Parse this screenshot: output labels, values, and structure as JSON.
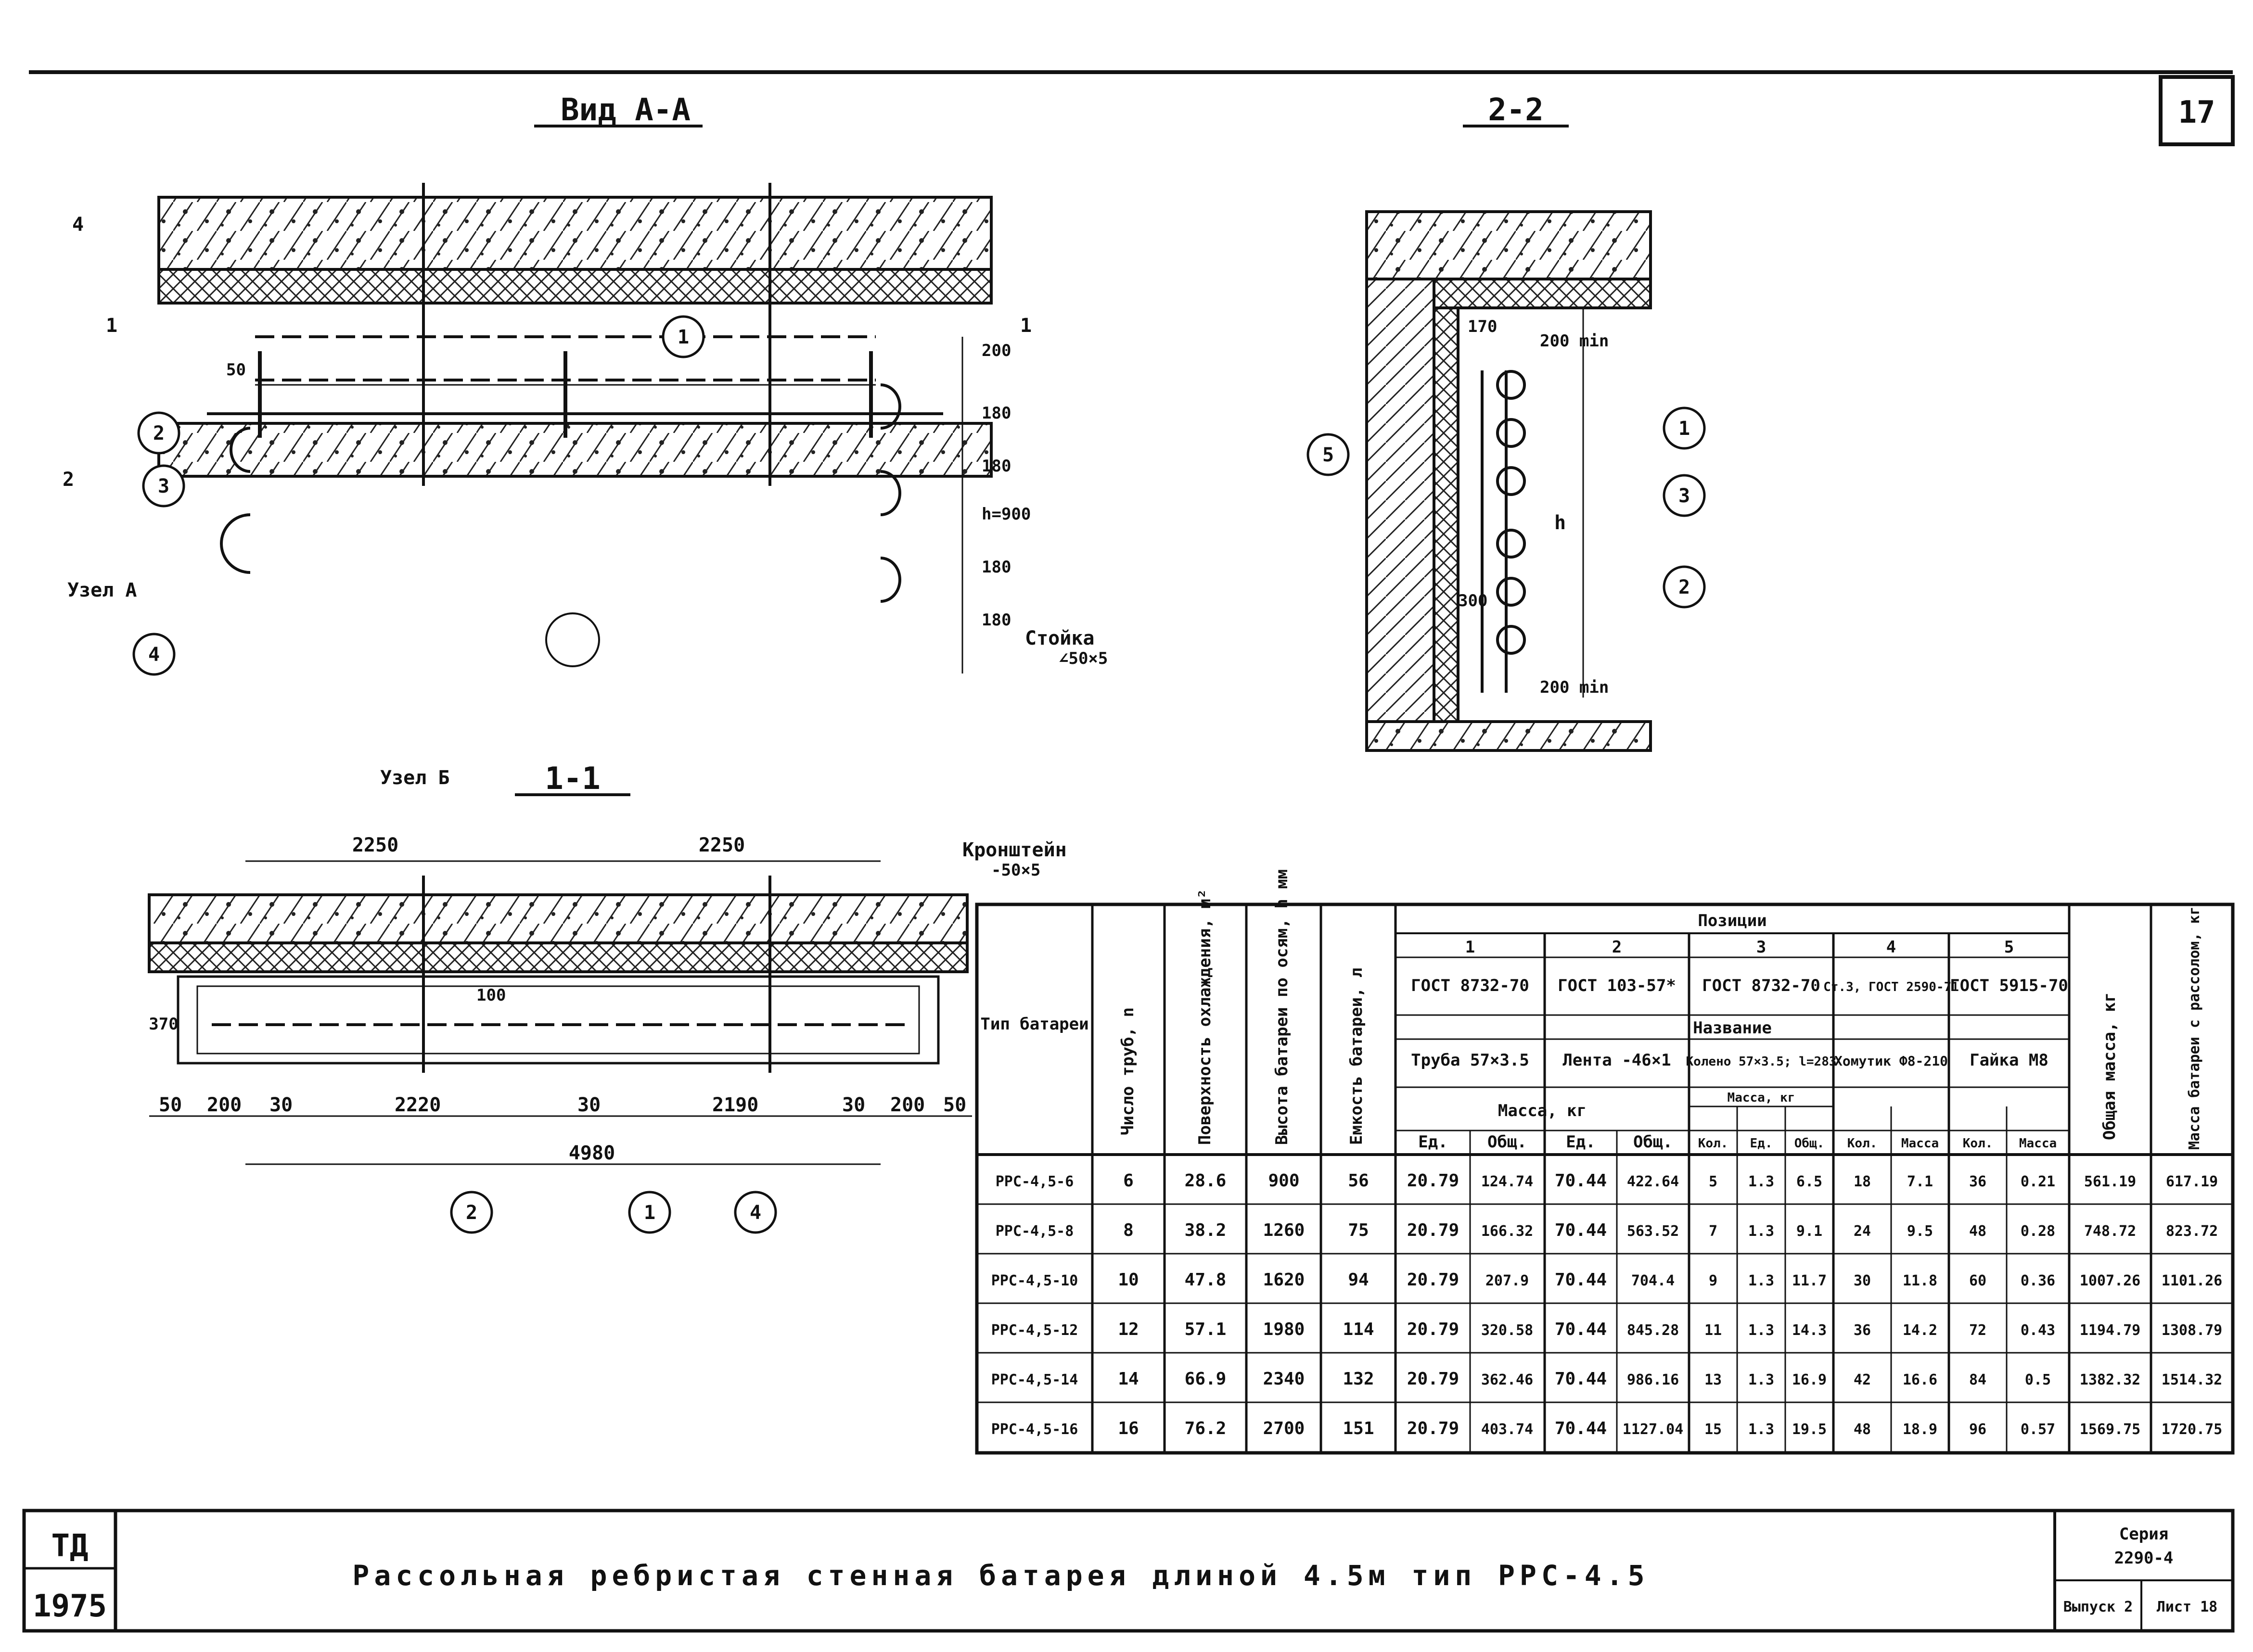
{
  "sheet": {
    "page_number": "17",
    "org_line1": "ТД",
    "org_line2": "1975",
    "title": "Рассольная ребристая стенная батарея длиной 4.5м тип РРС-4.5",
    "series_label": "Серия",
    "series_value": "2290-4",
    "issue": "Выпуск 2",
    "sheet_no": "Лист 18"
  },
  "view_aa": {
    "title": "Вид А-А",
    "section_marks": [
      "4",
      "1",
      "1",
      "2"
    ],
    "node_a": "Узел А",
    "node_b": "Узел Б",
    "stand_label": "Стойка",
    "stand_size": "∠50×5",
    "dims": [
      "50",
      "200",
      "180",
      "180",
      "h=900",
      "180",
      "180"
    ],
    "callouts": [
      "1",
      "2",
      "3",
      "4"
    ]
  },
  "section_22": {
    "title": "2-2",
    "dims": [
      "170",
      "200 min",
      "h",
      "300",
      "200 min"
    ],
    "callouts": [
      "5",
      "1",
      "3",
      "2"
    ]
  },
  "section_11": {
    "title": "1-1",
    "bracket_label": "Кронштейн",
    "bracket_size": "-50×5",
    "top_dims": [
      "2250",
      "2250"
    ],
    "bottom_dims": [
      "50",
      "200",
      "30",
      "2220",
      "30",
      "2190",
      "30",
      "200",
      "50"
    ],
    "total": "4980",
    "side_dim": "370",
    "inner_dim": "100",
    "callouts": [
      "2",
      "1",
      "4"
    ]
  },
  "spec_table": {
    "h_type": "Тип батареи",
    "h_tubes": "Число труб, n",
    "h_surface": "Поверхность охлаждения, м²",
    "h_height": "Высота батареи по осям, h мм",
    "h_capacity": "Емкость батареи, л",
    "h_positions": "Позиции",
    "pos_numbers": [
      "1",
      "2",
      "3",
      "4",
      "5"
    ],
    "gosts": [
      "ГОСТ 8732-70",
      "ГОСТ 103-57*",
      "ГОСТ 8732-70",
      "Ст.3, ГОСТ 2590-71",
      "ГОСТ 5915-70"
    ],
    "h_name": "Название",
    "names": [
      "Труба 57×3.5",
      "Лента -46×1",
      "Колено 57×3.5; l=283",
      "Хомутик Ф8-210",
      "Гайка М8"
    ],
    "h_mass": "Масса, кг",
    "h_mass_short": "Масса, кг",
    "h_ed": "Ед.",
    "h_obsh": "Общ.",
    "h_kol": "Кол.",
    "h_massa": "Масса",
    "h_total_mass": "Общая масса, кг",
    "h_mass_brine": "Масса батареи с рассолом, кг",
    "rows": [
      [
        "РРС-4,5-6",
        "6",
        "28.6",
        "900",
        "56",
        "20.79",
        "124.74",
        "70.44",
        "422.64",
        "5",
        "1.3",
        "6.5",
        "18",
        "7.1",
        "36",
        "0.21",
        "561.19",
        "617.19"
      ],
      [
        "РРС-4,5-8",
        "8",
        "38.2",
        "1260",
        "75",
        "20.79",
        "166.32",
        "70.44",
        "563.52",
        "7",
        "1.3",
        "9.1",
        "24",
        "9.5",
        "48",
        "0.28",
        "748.72",
        "823.72"
      ],
      [
        "РРС-4,5-10",
        "10",
        "47.8",
        "1620",
        "94",
        "20.79",
        "207.9",
        "70.44",
        "704.4",
        "9",
        "1.3",
        "11.7",
        "30",
        "11.8",
        "60",
        "0.36",
        "1007.26",
        "1101.26"
      ],
      [
        "РРС-4,5-12",
        "12",
        "57.1",
        "1980",
        "114",
        "20.79",
        "320.58",
        "70.44",
        "845.28",
        "11",
        "1.3",
        "14.3",
        "36",
        "14.2",
        "72",
        "0.43",
        "1194.79",
        "1308.79"
      ],
      [
        "РРС-4,5-14",
        "14",
        "66.9",
        "2340",
        "132",
        "20.79",
        "362.46",
        "70.44",
        "986.16",
        "13",
        "1.3",
        "16.9",
        "42",
        "16.6",
        "84",
        "0.5",
        "1382.32",
        "1514.32"
      ],
      [
        "РРС-4,5-16",
        "16",
        "76.2",
        "2700",
        "151",
        "20.79",
        "403.74",
        "70.44",
        "1127.04",
        "15",
        "1.3",
        "19.5",
        "48",
        "18.9",
        "96",
        "0.57",
        "1569.75",
        "1720.75"
      ]
    ]
  }
}
